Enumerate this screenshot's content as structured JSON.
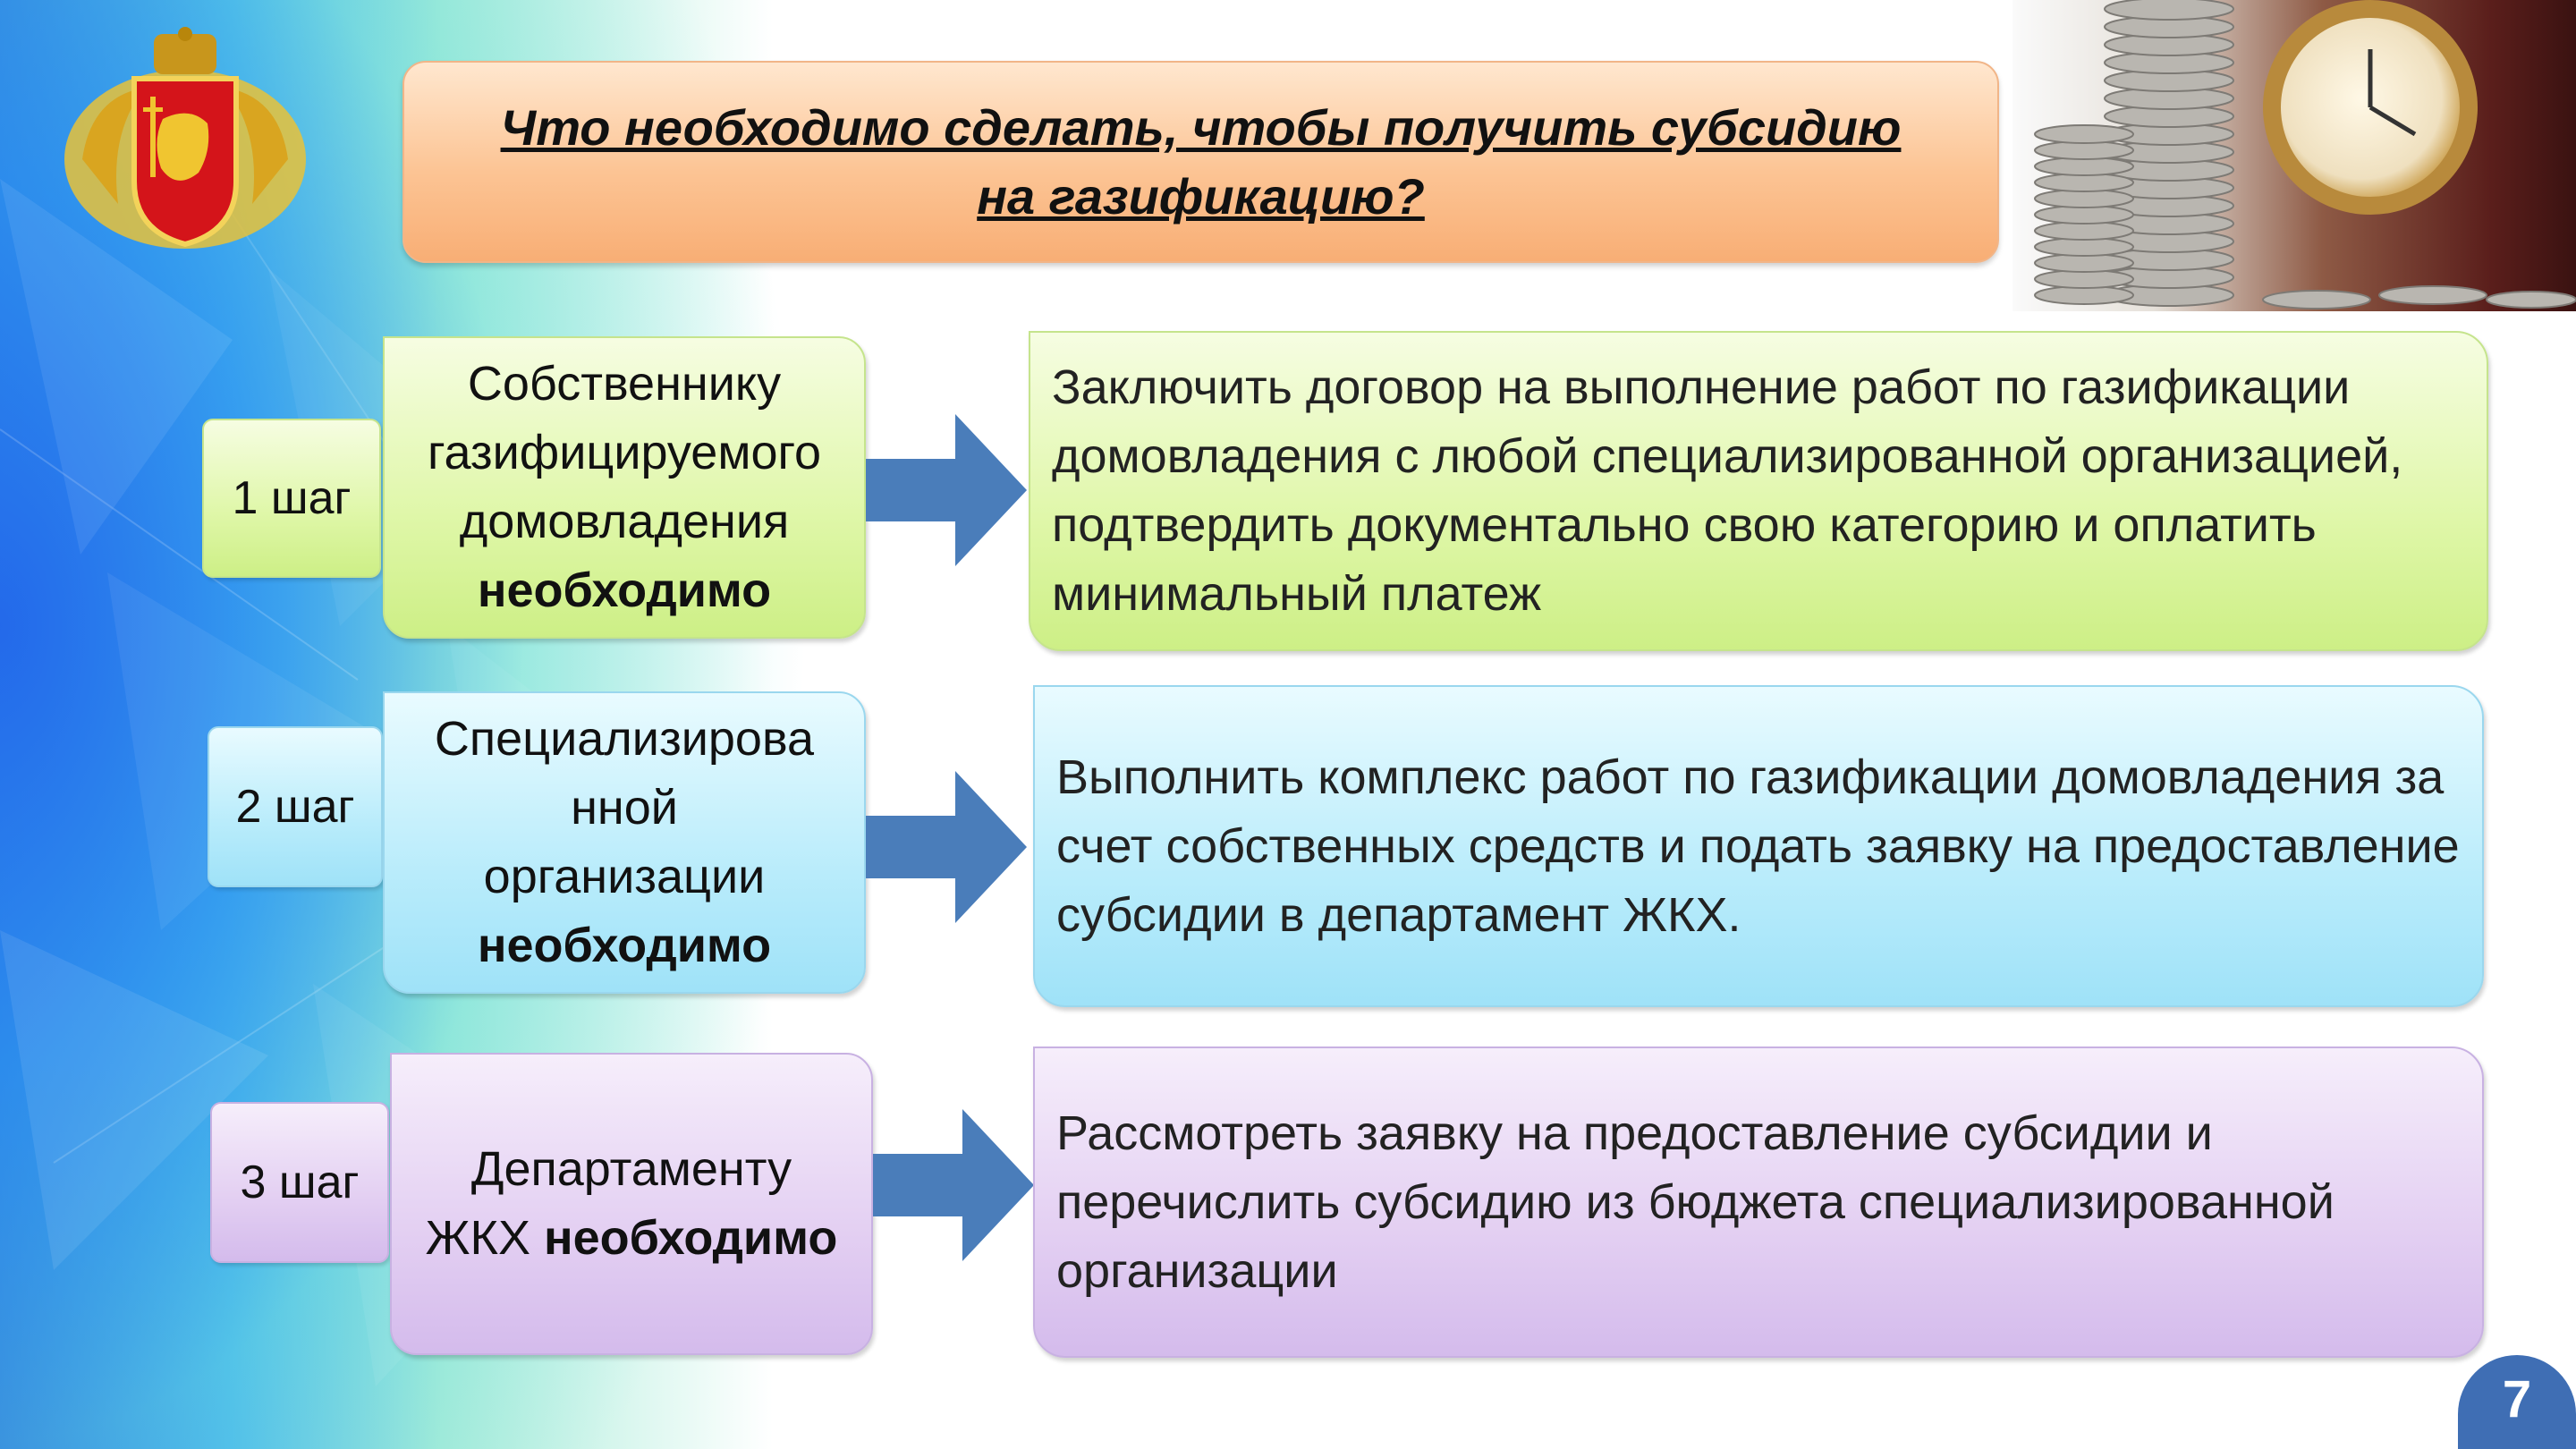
{
  "title": "Что необходимо сделать, чтобы получить субсидию на газификацию?",
  "steps": [
    {
      "step_label": "1 шаг",
      "who_lines": [
        "Собственнику",
        "газифицируемого",
        "домовладения"
      ],
      "who_bold": "необходимо",
      "action": "Заключить договор на выполнение работ по газификации домовладения с любой специализированной организацией, подтвердить документально свою категорию и оплатить минимальный платеж",
      "color": "#d9f59c"
    },
    {
      "step_label": "2 шаг",
      "who_lines": [
        "Специализирова",
        "нной",
        "организации"
      ],
      "who_bold": "необходимо",
      "action": "Выполнить комплекс работ по газификации домовладения за счет собственных средств и подать заявку на предоставление субсидии в департамент ЖКХ.",
      "color": "#b3eafb"
    },
    {
      "step_label": "3 шаг",
      "who_lines": [
        "Департаменту"
      ],
      "who_prefix": "ЖКХ",
      "who_bold": "необходимо",
      "action": "Рассмотреть заявку на предоставление субсидии и перечислить субсидию из бюджета специализированной организации",
      "color": "#dcc6f0"
    }
  ],
  "page_number": "7",
  "arrow_color": "#4a7dba",
  "icons": [
    "coat-of-arms-emblem",
    "coins-and-clock-photo",
    "right-arrow-icon"
  ]
}
